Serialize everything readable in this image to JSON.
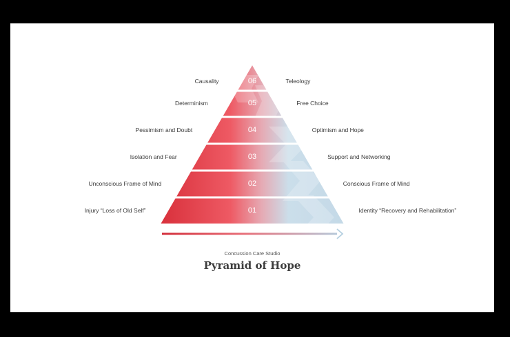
{
  "diagram": {
    "levels": [
      {
        "number": "06",
        "left": "Causality",
        "right": "Teleology"
      },
      {
        "number": "05",
        "left": "Determinism",
        "right": "Free Choice"
      },
      {
        "number": "04",
        "left": "Pessimism and Doubt",
        "right": "Optimism and Hope"
      },
      {
        "number": "03",
        "left": "Isolation and Fear",
        "right": "Support and Networking"
      },
      {
        "number": "02",
        "left": "Unconscious Frame of Mind",
        "right": "Conscious Frame of Mind"
      },
      {
        "number": "01",
        "left": "Injury “Loss of Old Self”",
        "right": "Identity “Recovery and Rehabilitation”"
      }
    ],
    "colors": {
      "red": "#e23a45",
      "light_blue": "#cbdeea",
      "arrow_start": "#d32f3b",
      "arrow_end": "#b4cfe0",
      "text": "#3a3a3a"
    }
  },
  "footer": {
    "studio": "Concussion Care Studio",
    "title": "Pyramid of Hope"
  }
}
